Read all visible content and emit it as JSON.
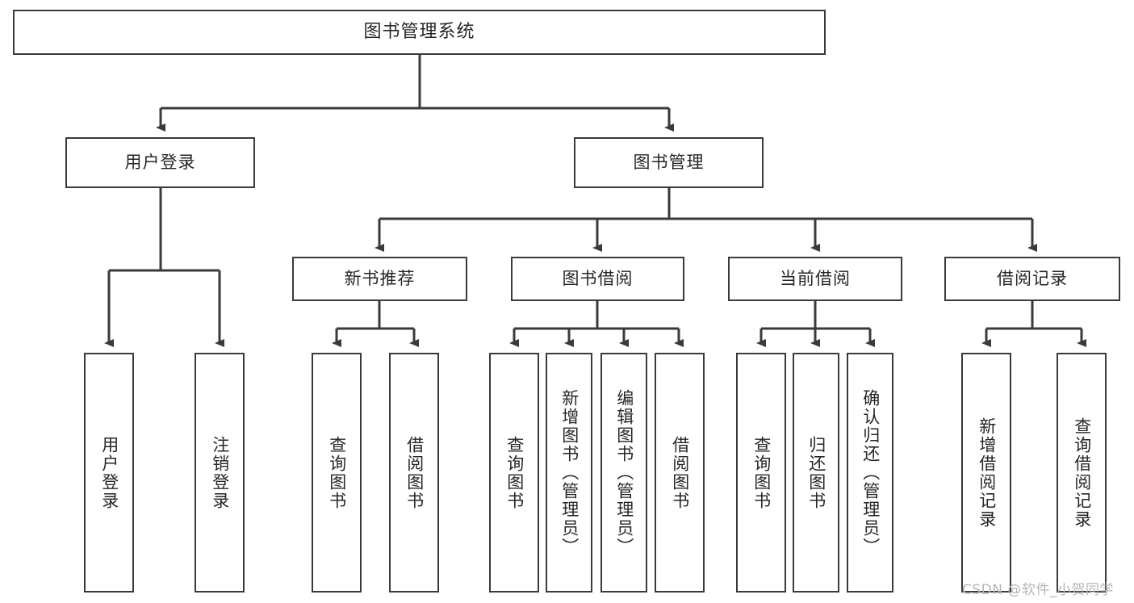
{
  "diagram": {
    "type": "tree-hierarchy",
    "title": "图书管理系统",
    "watermark": "CSDN @软件_小贺同学",
    "colors": {
      "box_border": "#3a3a3a",
      "box_fill": "#ffffff",
      "connector": "#3a3a3a",
      "text": "#262626",
      "watermark": "#b6b6b6",
      "background": "#ffffff"
    },
    "nodes": {
      "root": {
        "label": "图书管理系统"
      },
      "level2": [
        {
          "id": "user-login",
          "label": "用户登录"
        },
        {
          "id": "book-manage",
          "label": "图书管理"
        }
      ],
      "level3": [
        {
          "id": "new-book-recommend",
          "label": "新书推荐"
        },
        {
          "id": "book-borrow",
          "label": "图书借阅"
        },
        {
          "id": "current-borrow",
          "label": "当前借阅"
        },
        {
          "id": "borrow-record",
          "label": "借阅记录"
        }
      ],
      "leaves": {
        "user-login": [
          {
            "id": "leaf-user-login",
            "label": "用户登录"
          },
          {
            "id": "leaf-user-logout",
            "label": "注销登录"
          }
        ],
        "new-book-recommend": [
          {
            "id": "leaf-query-book-1",
            "label": "查询图书"
          },
          {
            "id": "leaf-borrow-book-1",
            "label": "借阅图书"
          }
        ],
        "book-borrow": [
          {
            "id": "leaf-query-book-2",
            "label": "查询图书"
          },
          {
            "id": "leaf-add-book",
            "label": "新增图书（管理员）"
          },
          {
            "id": "leaf-edit-book",
            "label": "编辑图书（管理员）"
          },
          {
            "id": "leaf-borrow-book-2",
            "label": "借阅图书"
          }
        ],
        "current-borrow": [
          {
            "id": "leaf-query-book-3",
            "label": "查询图书"
          },
          {
            "id": "leaf-return-book",
            "label": "归还图书"
          },
          {
            "id": "leaf-confirm-return",
            "label": "确认归还（管理员）"
          }
        ],
        "borrow-record": [
          {
            "id": "leaf-add-record",
            "label": "新增借阅记录"
          },
          {
            "id": "leaf-query-record",
            "label": "查询借阅记录"
          }
        ]
      }
    }
  }
}
